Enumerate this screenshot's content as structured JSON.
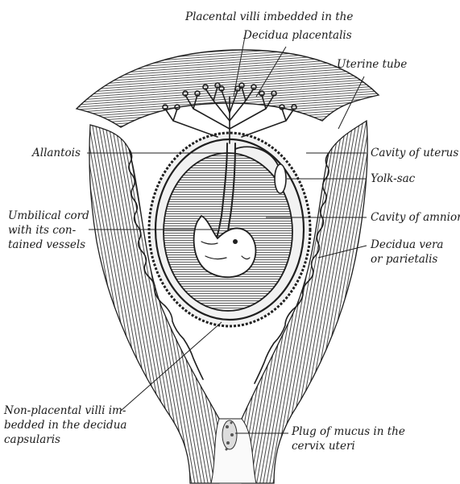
{
  "labels": {
    "placental_villi_1": "Placental villi imbedded in the",
    "placental_villi_2": "Decidua placentalis",
    "uterine_tube": "Uterine tube",
    "allantois": "Allantois",
    "cavity_of_uterus": "Cavity of uterus",
    "yolk_sac": "Yolk-sac",
    "umbilical_cord_1": "Umbilical cord",
    "umbilical_cord_2": "with its con-",
    "umbilical_cord_3": "tained vessels",
    "cavity_of_amnion": "Cavity of amnion",
    "decidua_vera_1": "Decidua vera",
    "decidua_vera_2": "or parietalis",
    "non_placental_1": "Non-placental villi im-",
    "non_placental_2": "bedded in the decidua",
    "non_placental_3": "capsularis",
    "plug_mucus_1": "Plug of mucus in the",
    "plug_mucus_2": "cervix uteri"
  }
}
